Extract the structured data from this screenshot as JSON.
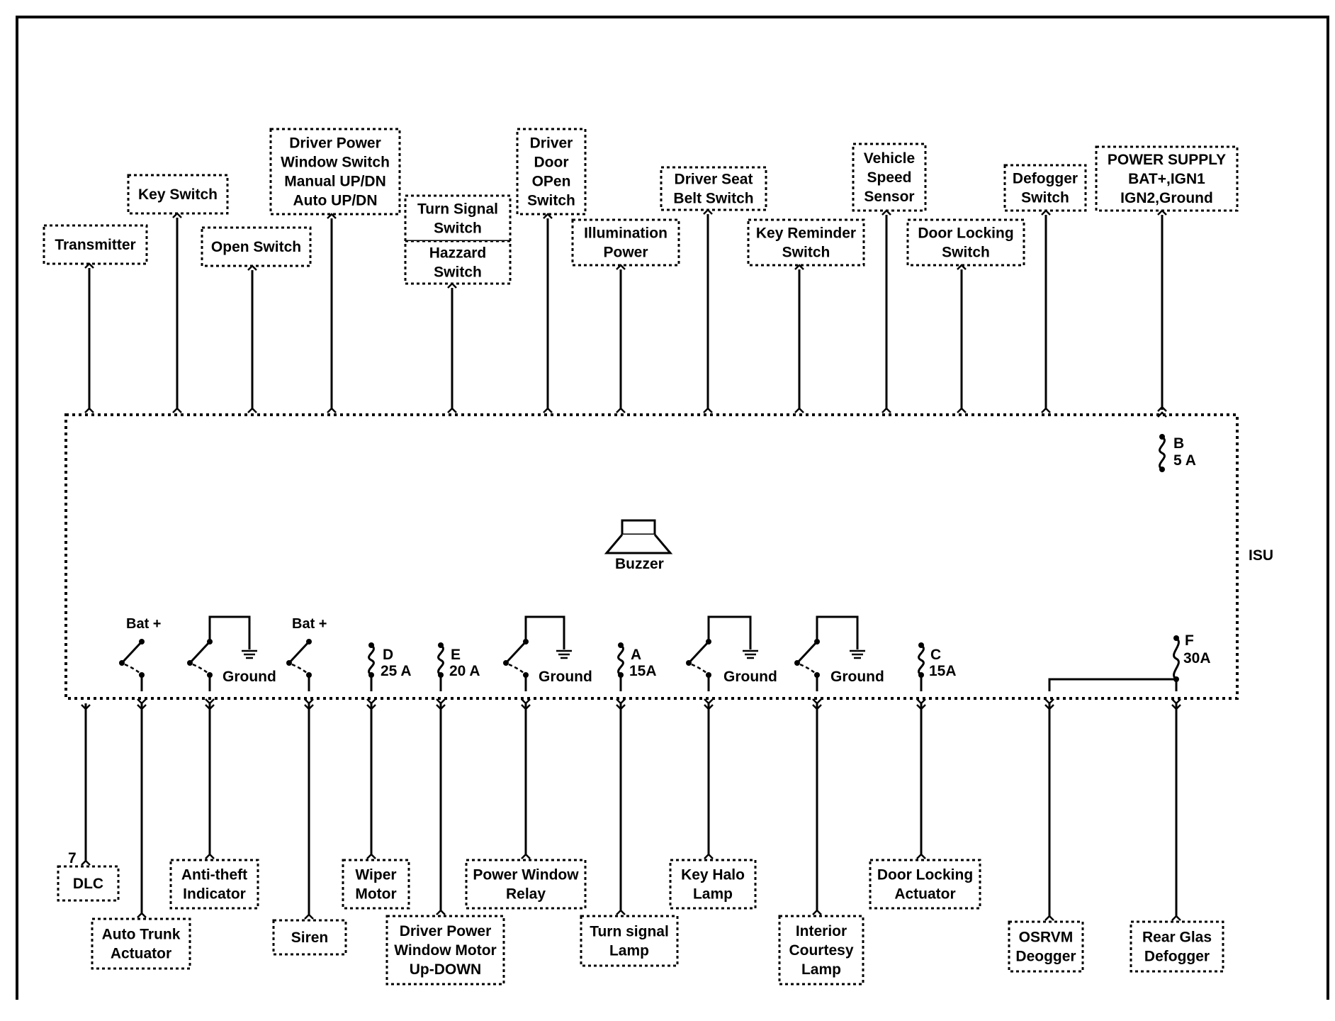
{
  "module": {
    "name": "ISU",
    "buzzer": "Buzzer"
  },
  "inputs": [
    {
      "id": "transmitter",
      "lines": [
        "Transmitter"
      ]
    },
    {
      "id": "key-switch",
      "lines": [
        "Key Switch"
      ]
    },
    {
      "id": "open-switch",
      "lines": [
        "Open Switch"
      ]
    },
    {
      "id": "driver-power-window-switch",
      "lines": [
        "Driver Power",
        "Window Switch",
        "Manual UP/DN",
        "Auto UP/DN"
      ]
    },
    {
      "id": "turn-signal-switch",
      "lines": [
        "Turn Signal",
        "Switch"
      ]
    },
    {
      "id": "hazzard-switch",
      "lines": [
        "Hazzard",
        "Switch"
      ]
    },
    {
      "id": "driver-door-open-switch",
      "lines": [
        "Driver",
        "Door",
        "OPen",
        "Switch"
      ]
    },
    {
      "id": "illumination-power",
      "lines": [
        "Illumination",
        "Power"
      ]
    },
    {
      "id": "driver-seat-belt-switch",
      "lines": [
        "Driver Seat",
        "Belt Switch"
      ]
    },
    {
      "id": "key-reminder-switch",
      "lines": [
        "Key Reminder",
        "Switch"
      ]
    },
    {
      "id": "vehicle-speed-sensor",
      "lines": [
        "Vehicle",
        "Speed",
        "Sensor"
      ]
    },
    {
      "id": "door-locking-switch",
      "lines": [
        "Door Locking",
        "Switch"
      ]
    },
    {
      "id": "defogger-switch",
      "lines": [
        "Defogger",
        "Switch"
      ]
    },
    {
      "id": "power-supply",
      "lines": [
        "POWER SUPPLY",
        "BAT+,IGN1",
        "IGN2,Ground"
      ]
    }
  ],
  "outputs": [
    {
      "id": "dlc",
      "lines": [
        "DLC"
      ],
      "pin": "7"
    },
    {
      "id": "auto-trunk-actuator",
      "lines": [
        "Auto Trunk",
        "Actuator"
      ]
    },
    {
      "id": "anti-theft-indicator",
      "lines": [
        "Anti-theft",
        "Indicator"
      ]
    },
    {
      "id": "siren",
      "lines": [
        "Siren"
      ]
    },
    {
      "id": "wiper-motor",
      "lines": [
        "Wiper",
        "Motor"
      ]
    },
    {
      "id": "driver-power-window-motor",
      "lines": [
        "Driver Power",
        "Window Motor",
        "Up-DOWN"
      ]
    },
    {
      "id": "power-window-relay",
      "lines": [
        "Power Window",
        "Relay"
      ]
    },
    {
      "id": "turn-signal-lamp",
      "lines": [
        "Turn signal",
        "Lamp"
      ]
    },
    {
      "id": "key-halo-lamp",
      "lines": [
        "Key Halo",
        "Lamp"
      ]
    },
    {
      "id": "interior-courtesy-lamp",
      "lines": [
        "Interior",
        "Courtesy",
        "Lamp"
      ]
    },
    {
      "id": "door-locking-actuator",
      "lines": [
        "Door Locking",
        "Actuator"
      ]
    },
    {
      "id": "osrvm-deogger",
      "lines": [
        "OSRVM",
        "Deogger"
      ]
    },
    {
      "id": "rear-glas-defogger",
      "lines": [
        "Rear Glas",
        "Defogger"
      ]
    }
  ],
  "internal": {
    "bat1": "Bat +",
    "bat2": "Bat +",
    "ground1": "Ground",
    "ground2": "Ground",
    "ground3": "Ground",
    "ground4": "Ground",
    "fuse_d": {
      "letter": "D",
      "rating": "25 A"
    },
    "fuse_e": {
      "letter": "E",
      "rating": "20 A"
    },
    "fuse_a": {
      "letter": "A",
      "rating": "15A"
    },
    "fuse_c": {
      "letter": "C",
      "rating": "15A"
    },
    "fuse_f": {
      "letter": "F",
      "rating": "30A"
    },
    "fuse_b": {
      "letter": "B",
      "rating": "5 A"
    }
  }
}
